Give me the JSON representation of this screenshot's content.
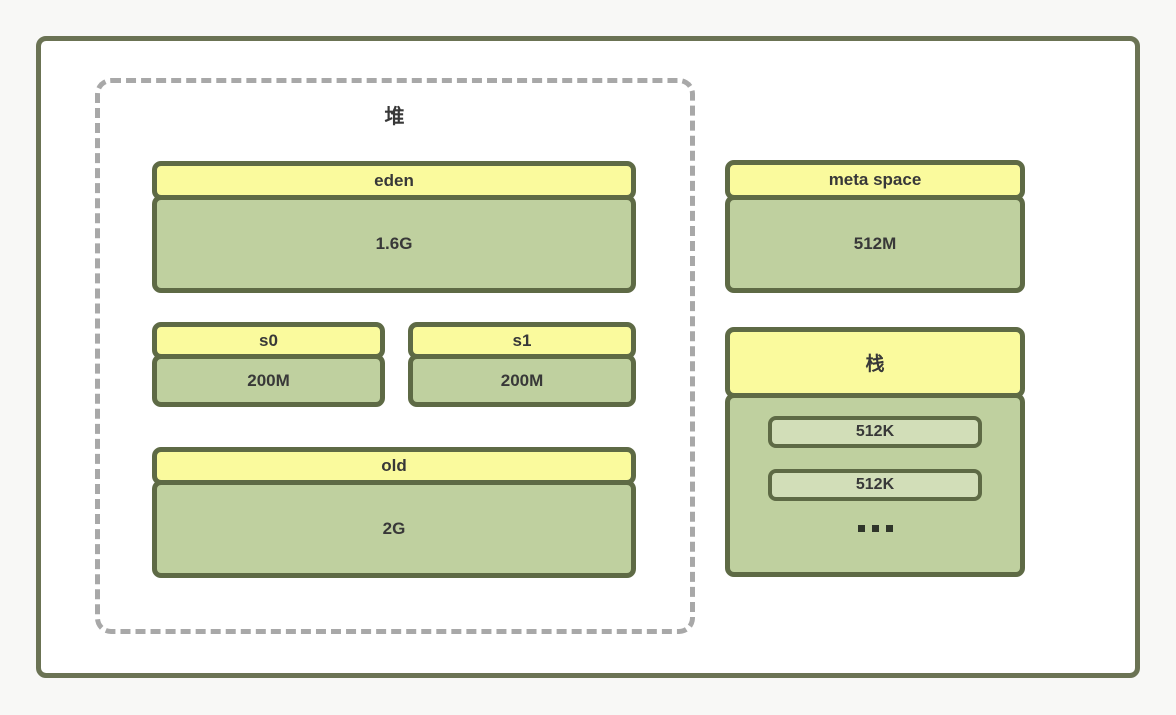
{
  "colors": {
    "page_background": "#f8f8f6",
    "frame_border": "#6b7354",
    "box_border": "#5e6a45",
    "header_fill": "#fafa9d",
    "body_fill": "#bfd09f",
    "stack_frame_fill": "#d2deb8",
    "dashed_border": "#a8a8a8",
    "text": "#383838"
  },
  "heap": {
    "label": "堆",
    "eden": {
      "title": "eden",
      "value": "1.6G"
    },
    "s0": {
      "title": "s0",
      "value": "200M"
    },
    "s1": {
      "title": "s1",
      "value": "200M"
    },
    "old": {
      "title": "old",
      "value": "2G"
    }
  },
  "meta_space": {
    "title": "meta space",
    "value": "512M"
  },
  "stack": {
    "title": "栈",
    "frames": [
      "512K",
      "512K"
    ],
    "ellipsis_icon": "three-square-dots"
  }
}
